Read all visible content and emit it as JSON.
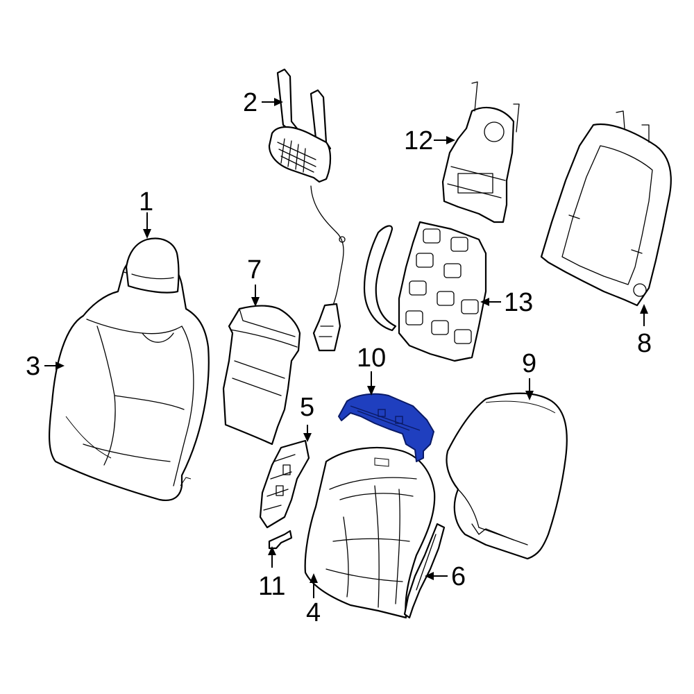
{
  "highlight_color": "#1f3fbf",
  "callouts": {
    "c1": "1",
    "c2": "2",
    "c3": "3",
    "c4": "4",
    "c5": "5",
    "c6": "6",
    "c7": "7",
    "c8": "8",
    "c9": "9",
    "c10": "10",
    "c11": "11",
    "c12": "12",
    "c13": "13"
  }
}
